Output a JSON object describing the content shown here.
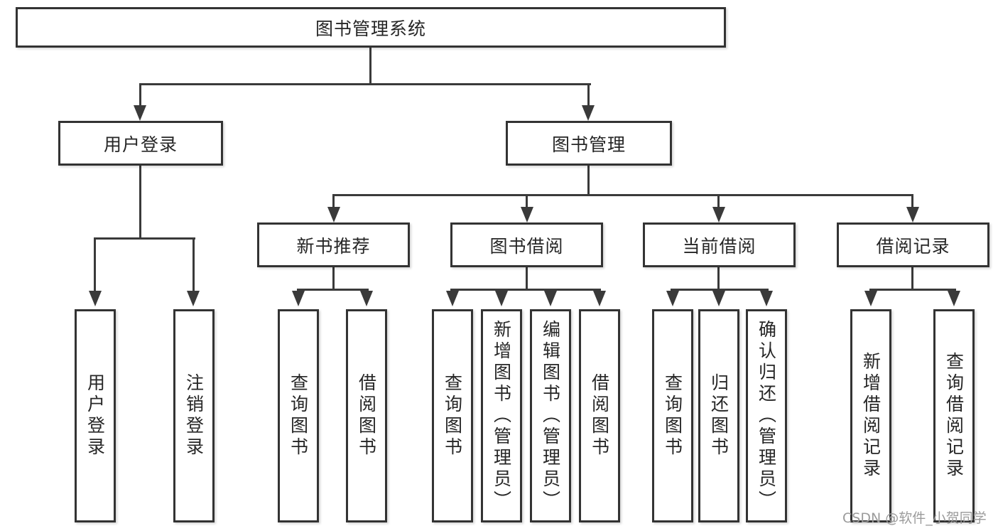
{
  "diagram": {
    "title": "图书管理系统",
    "type": "hierarchy-tree"
  },
  "nodes": {
    "root": {
      "label": "图书管理系统"
    },
    "level1": [
      {
        "label": "用户登录"
      },
      {
        "label": "图书管理"
      }
    ],
    "level2": [
      {
        "label": "新书推荐",
        "parent": "图书管理"
      },
      {
        "label": "图书借阅",
        "parent": "图书管理"
      },
      {
        "label": "当前借阅",
        "parent": "图书管理"
      },
      {
        "label": "借阅记录",
        "parent": "图书管理"
      }
    ],
    "leaves": [
      {
        "label": "用户登录",
        "parent": "用户登录"
      },
      {
        "label": "注销登录",
        "parent": "用户登录"
      },
      {
        "label": "查询图书",
        "parent": "新书推荐"
      },
      {
        "label": "借阅图书",
        "parent": "新书推荐"
      },
      {
        "label": "查询图书",
        "parent": "图书借阅"
      },
      {
        "label": "新增图书（管理员）",
        "parent": "图书借阅"
      },
      {
        "label": "编辑图书（管理员）",
        "parent": "图书借阅"
      },
      {
        "label": "借阅图书",
        "parent": "图书借阅"
      },
      {
        "label": "查询图书",
        "parent": "当前借阅"
      },
      {
        "label": "归还图书",
        "parent": "当前借阅"
      },
      {
        "label": "确认归还（管理员）",
        "parent": "当前借阅"
      },
      {
        "label": "新增借阅记录",
        "parent": "借阅记录"
      },
      {
        "label": "查询借阅记录",
        "parent": "借阅记录"
      }
    ]
  },
  "watermark": {
    "text": "CSDN @软件_小贺同学",
    "color": "#9b9b9b"
  },
  "colors": {
    "line": "#3a3a3a",
    "box_border": "#333333",
    "box_bg": "#ffffff",
    "text": "#262626",
    "background": "#ffffff"
  }
}
